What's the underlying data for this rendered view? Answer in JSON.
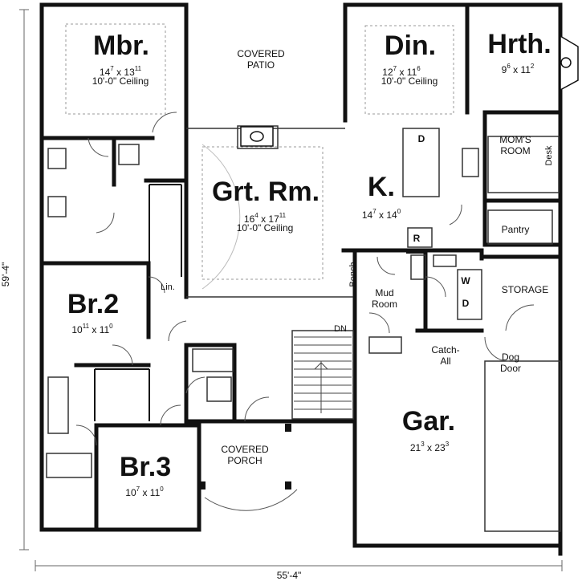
{
  "overall": {
    "width_label": "55'-4\"",
    "depth_label": "59'-4\""
  },
  "rooms": {
    "mbr": {
      "name": "Mbr.",
      "dim_w": "14",
      "dim_w_sup": "7",
      "dim_h": "13",
      "dim_h_sup": "11",
      "ceiling": "10'-0\" Ceiling"
    },
    "patio": {
      "line1": "COVERED",
      "line2": "PATIO"
    },
    "din": {
      "name": "Din.",
      "dim_w": "12",
      "dim_w_sup": "7",
      "dim_h": "11",
      "dim_h_sup": "6",
      "ceiling": "10'-0\" Ceiling"
    },
    "hrth": {
      "name": "Hrth.",
      "dim_w": "9",
      "dim_w_sup": "6",
      "dim_h": "11",
      "dim_h_sup": "2"
    },
    "moms": {
      "line1": "MOM'S",
      "line2": "ROOM",
      "desk": "Desk"
    },
    "grt": {
      "name": "Grt. Rm.",
      "dim_w": "16",
      "dim_w_sup": "4",
      "dim_h": "17",
      "dim_h_sup": "11",
      "ceiling": "10'-0\" Ceiling"
    },
    "k": {
      "name": "K.",
      "dim_w": "14",
      "dim_w_sup": "7",
      "dim_h": "14",
      "dim_h_sup": "0"
    },
    "pantry": {
      "name": "Pantry"
    },
    "br2": {
      "name": "Br.2",
      "dim_w": "10",
      "dim_w_sup": "11",
      "dim_h": "11",
      "dim_h_sup": "0"
    },
    "lin": {
      "name": "Lin."
    },
    "bench": {
      "name": "Bench"
    },
    "mud": {
      "line1": "Mud",
      "line2": "Room"
    },
    "storage": {
      "name": "STORAGE"
    },
    "dn": {
      "name": "DN"
    },
    "catch": {
      "line1": "Catch-",
      "line2": "All"
    },
    "dog": {
      "line1": "Dog",
      "line2": "Door"
    },
    "gar": {
      "name": "Gar.",
      "dim_w": "21",
      "dim_w_sup": "3",
      "dim_h": "23",
      "dim_h_sup": "3"
    },
    "br3": {
      "name": "Br.3",
      "dim_w": "10",
      "dim_w_sup": "7",
      "dim_h": "11",
      "dim_h_sup": "0"
    },
    "porch": {
      "line1": "COVERED",
      "line2": "PORCH"
    }
  },
  "fixtures": {
    "d1": "D",
    "d2": "D",
    "r": "R",
    "w": "W"
  }
}
